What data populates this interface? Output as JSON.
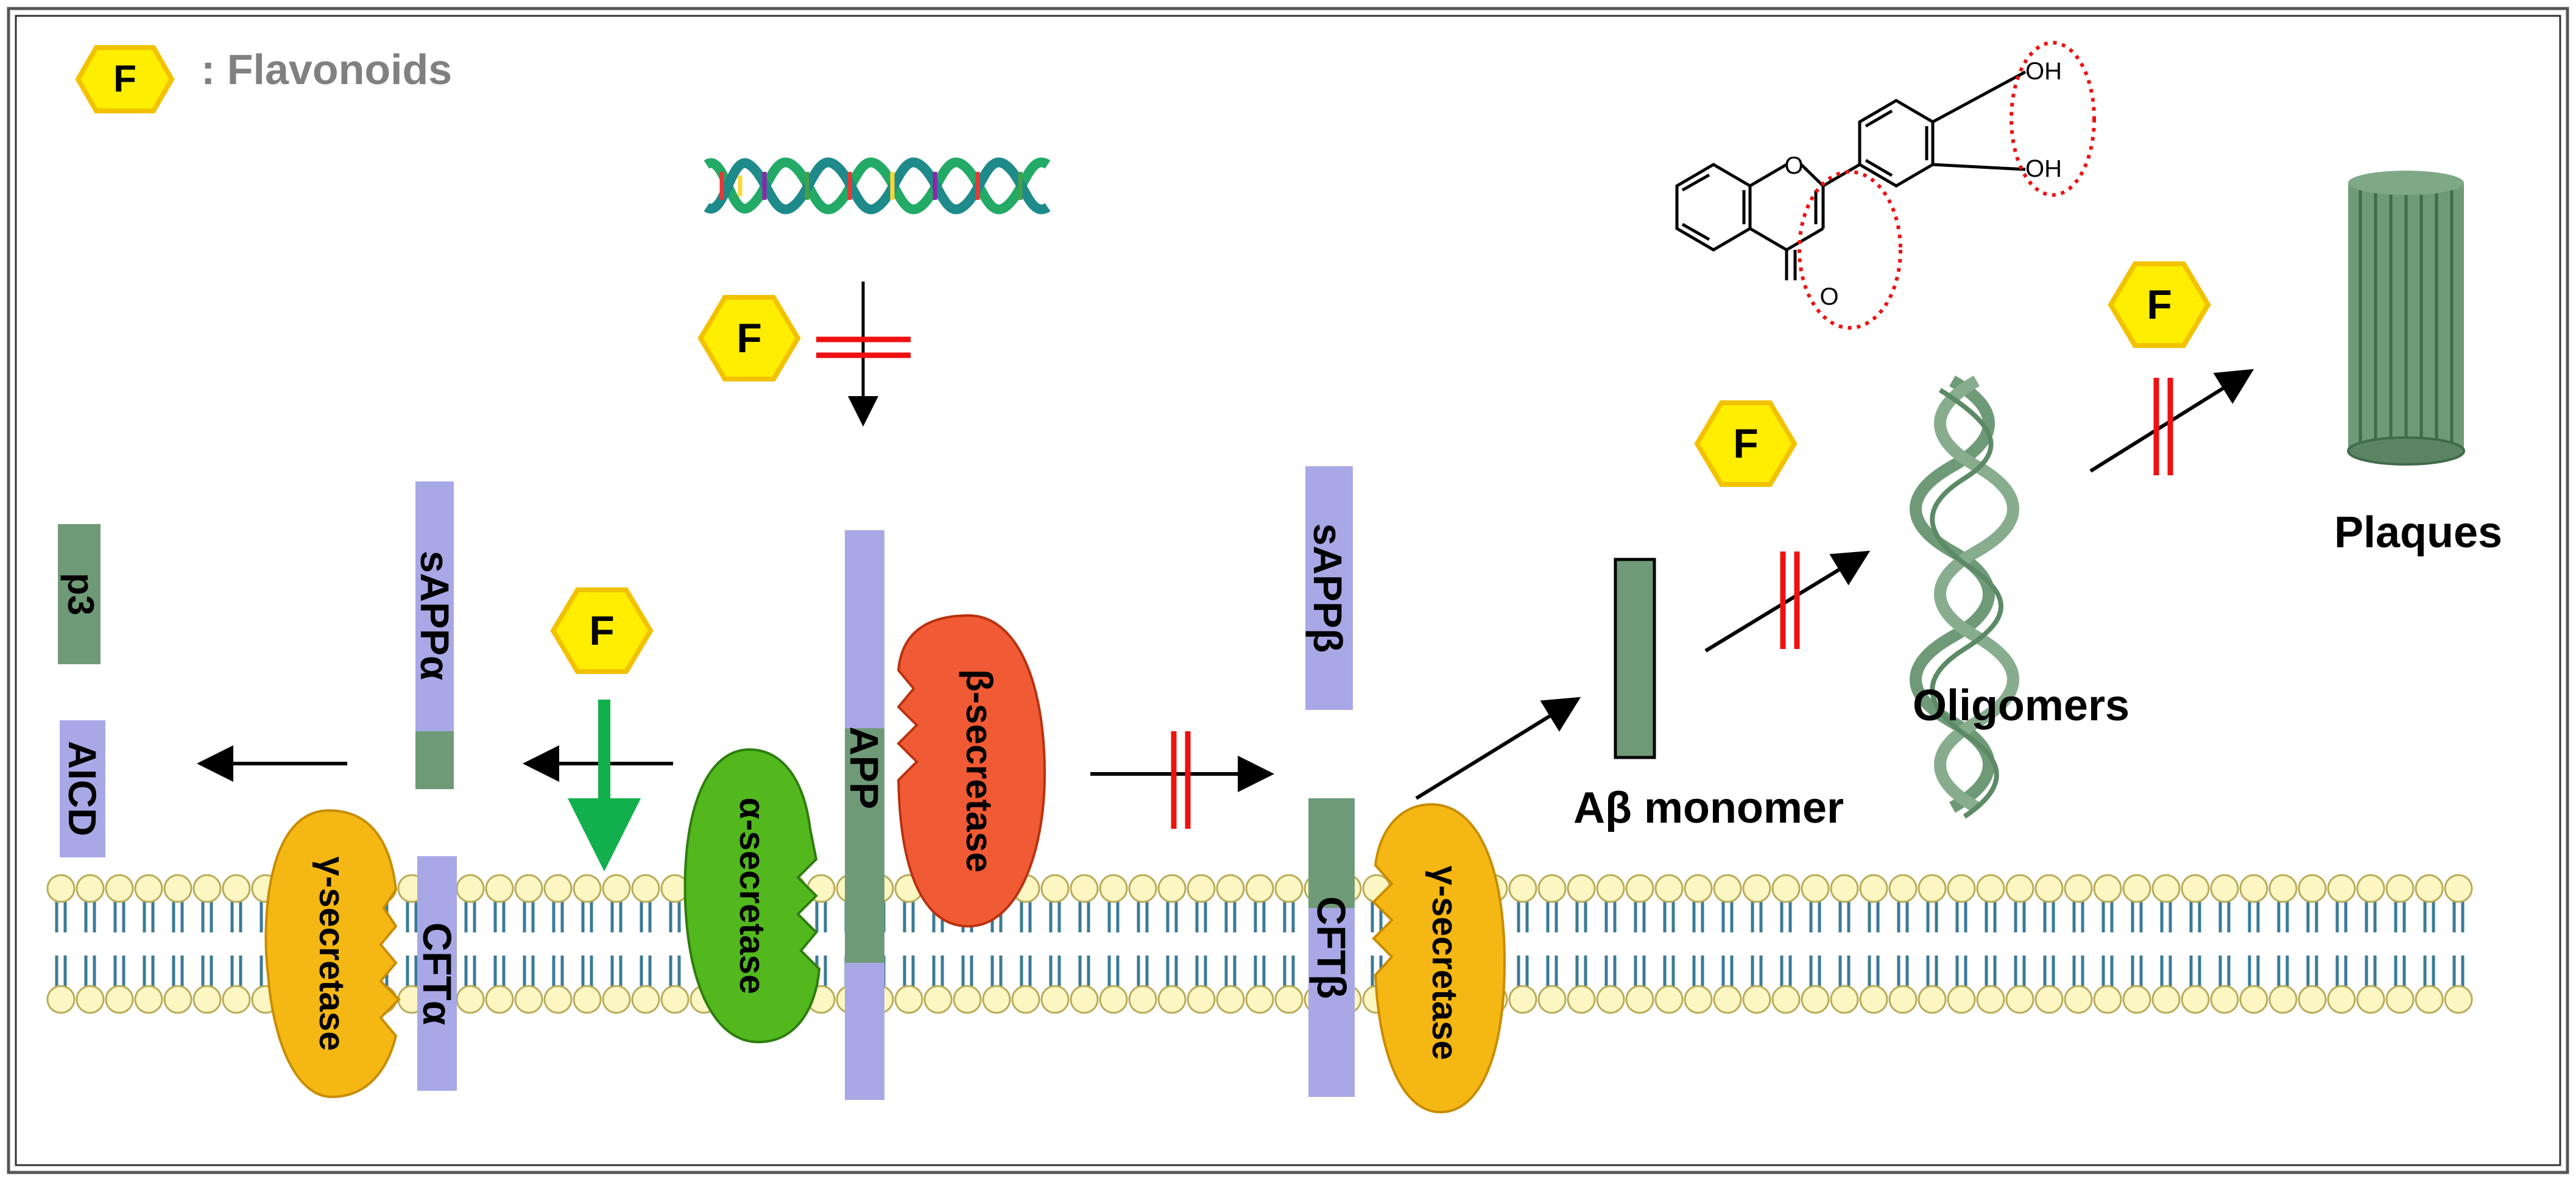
{
  "legend": {
    "symbol": "F",
    "text": ": Flavonoids"
  },
  "flavonoid_symbol": "F",
  "labels": {
    "p3": "p3",
    "aicd": "AICD",
    "sappa": "sAPPα",
    "cfta": "CFTα",
    "gamma_secretase": "γ-secretase",
    "alpha_secretase": "α-secretase",
    "app": "APP",
    "beta_secretase": "β-secretase",
    "sappb": "sAPPβ",
    "cftb": "CFTβ",
    "ab_monomer": "Aβ monomer",
    "oligomers": "Oligomers",
    "plaques": "Plaques",
    "oh1": "OH",
    "oh2": "OH",
    "o_ring": "O",
    "o_keto": "O"
  },
  "colors": {
    "hexagon_fill": "#ffee00",
    "hexagon_stroke": "#f2c200",
    "app_purple": "#a9a8e6",
    "fragment_green": "#6f9a77",
    "membrane_head": "#fbf6c2",
    "membrane_tail": "#3a7a96",
    "gamma_enzyme": "#f5b713",
    "alpha_enzyme": "#52b81d",
    "beta_enzyme": "#f05a34",
    "inhibit_red": "#ee1111",
    "activate_green": "#11b04d"
  }
}
